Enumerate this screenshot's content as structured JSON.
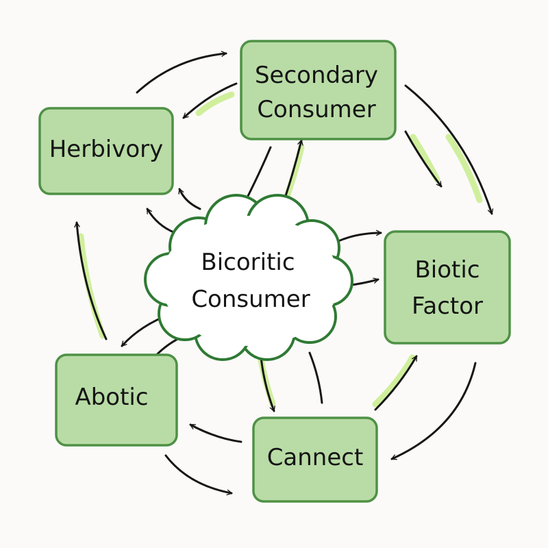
{
  "diagram": {
    "colors": {
      "node_fill": "#b9dca6",
      "node_stroke": "#4f9146",
      "cloud_fill": "#ffffff",
      "cloud_stroke": "#2f7a34",
      "arrow": "#161616",
      "highlight": "#c6ec86"
    },
    "nodes": {
      "secondary_consumer": {
        "line1": "Secondary",
        "line2": "Consumer"
      },
      "herbivory": {
        "line1": "Herbivory"
      },
      "biotic_factor": {
        "line1": "Biotic",
        "line2": "Factor"
      },
      "abotic": {
        "line1": "Abotic"
      },
      "cannect": {
        "line1": "Cannect"
      },
      "center": {
        "line1": "Bicoritic",
        "line2": "Consumer"
      }
    }
  }
}
